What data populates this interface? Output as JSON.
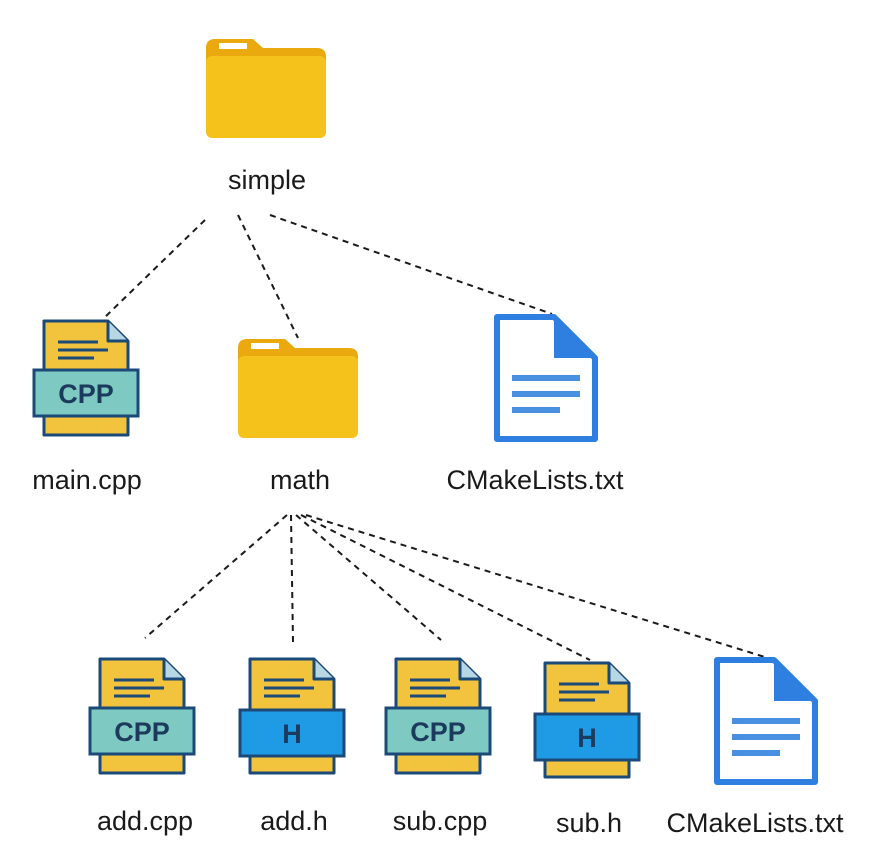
{
  "tree": {
    "root": {
      "name": "simple",
      "kind": "folder-icon"
    },
    "level1": [
      {
        "name": "main.cpp",
        "kind": "cpp-file-icon",
        "badge": "CPP"
      },
      {
        "name": "math",
        "kind": "folder-icon"
      },
      {
        "name": "CMakeLists.txt",
        "kind": "text-document-icon"
      }
    ],
    "level2": [
      {
        "name": "add.cpp",
        "kind": "cpp-file-icon",
        "badge": "CPP"
      },
      {
        "name": "add.h",
        "kind": "header-file-icon",
        "badge": "H"
      },
      {
        "name": "sub.cpp",
        "kind": "cpp-file-icon",
        "badge": "CPP"
      },
      {
        "name": "sub.h",
        "kind": "header-file-icon",
        "badge": "H"
      },
      {
        "name": "CMakeLists.txt",
        "kind": "text-document-icon"
      }
    ]
  },
  "colors": {
    "folder": "#f5c11b",
    "folder_tab": "#e9a90f",
    "file_body": "#f2c33c",
    "cpp_badge": "#7ecac2",
    "h_badge": "#1f9be6",
    "outline": "#1b4a78",
    "doc_blue": "#2f7fe0",
    "line": "#1a1a1a"
  }
}
